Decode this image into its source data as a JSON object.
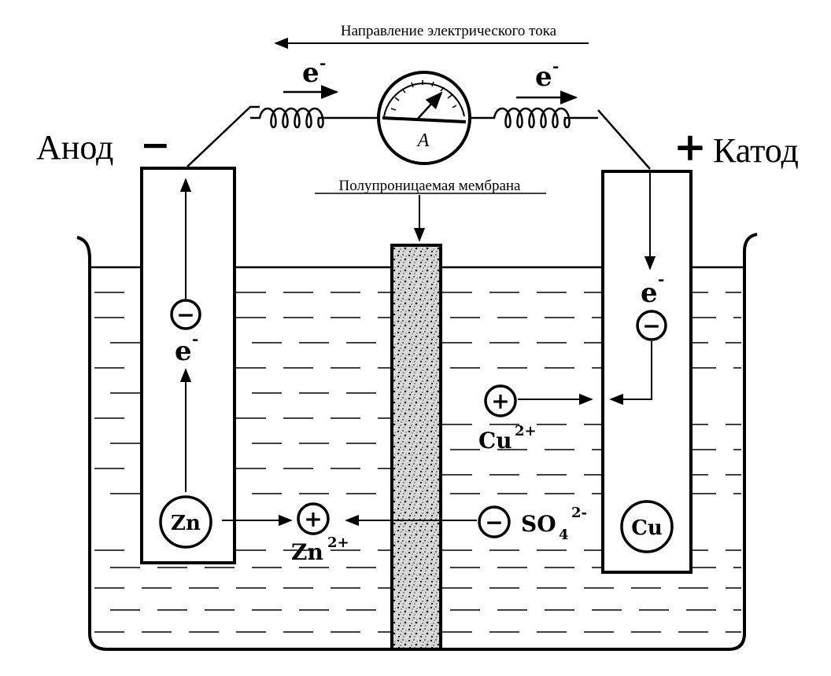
{
  "labels": {
    "current_direction": "Направление электрического тока",
    "membrane": "Полупроницаемая мембрана",
    "anode": "Анод",
    "anode_sign": "−",
    "cathode": "Катод",
    "cathode_sign": "+",
    "ammeter_letter": "А"
  },
  "particles": {
    "electron": "e",
    "electron_charge": "-",
    "minus": "−",
    "plus": "+",
    "zn_atom": "Zn",
    "cu_atom": "Cu",
    "zn_ion": "Zn",
    "zn_ion_charge": "2+",
    "cu_ion": "Cu",
    "cu_ion_charge": "2+",
    "sulfate": "SO",
    "sulfate_sub": "4",
    "sulfate_charge": "2-"
  }
}
